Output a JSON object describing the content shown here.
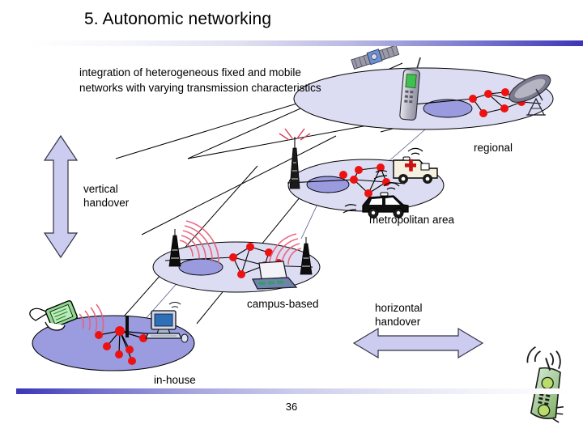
{
  "slide": {
    "title": "5. Autonomic networking",
    "page_number": "36",
    "body_text": "integration of heterogeneous fixed and mobile networks with varying transmission characteristics"
  },
  "labels": {
    "regional": "regional",
    "metropolitan": "metropolitan area",
    "campus": "campus-based",
    "inhouse": "in-house",
    "vertical_handover": "vertical\nhandover",
    "horizontal_handover": "horizontal\nhandover"
  },
  "icons": {
    "satellite": "satellite-icon",
    "mobile_phone": "mobile-phone-icon",
    "dish_antenna": "satellite-dish-icon",
    "radio_tower": "radio-tower-icon",
    "ambulance": "ambulance-icon",
    "police_car": "police-car-icon",
    "antenna_left": "antenna-tower-icon",
    "antenna_right": "antenna-tower-icon",
    "laptop": "laptop-icon",
    "pda": "handheld-pda-icon",
    "desktop_computer": "desktop-computer-icon",
    "cordless_phone": "cordless-phone-icon",
    "vertical_arrow": "double-arrow-vertical-icon",
    "horizontal_arrow": "double-arrow-horizontal-icon"
  },
  "colors": {
    "accent_blue": "#3b35b8",
    "ellipse_outer": "#dcdcf2",
    "ellipse_inner": "#9a9ade",
    "ellipse_solid": "#9b9be0",
    "node_red": "#ee1111",
    "wave_pink": "#e8607a",
    "arrow_fill": "#ccccf0",
    "phone_green": "#9fd14f",
    "cross_red": "#cc1111"
  },
  "chart_data": {
    "type": "diagram",
    "title": "Hierarchical wireless network overlay",
    "layers": [
      {
        "name": "regional",
        "nodes": 6,
        "altitude": "highest"
      },
      {
        "name": "metropolitan area",
        "nodes": 6,
        "altitude": "high"
      },
      {
        "name": "campus-based",
        "nodes": 6,
        "altitude": "low"
      },
      {
        "name": "in-house",
        "nodes": 7,
        "altitude": "lowest"
      }
    ],
    "handovers": [
      "vertical",
      "horizontal"
    ]
  }
}
